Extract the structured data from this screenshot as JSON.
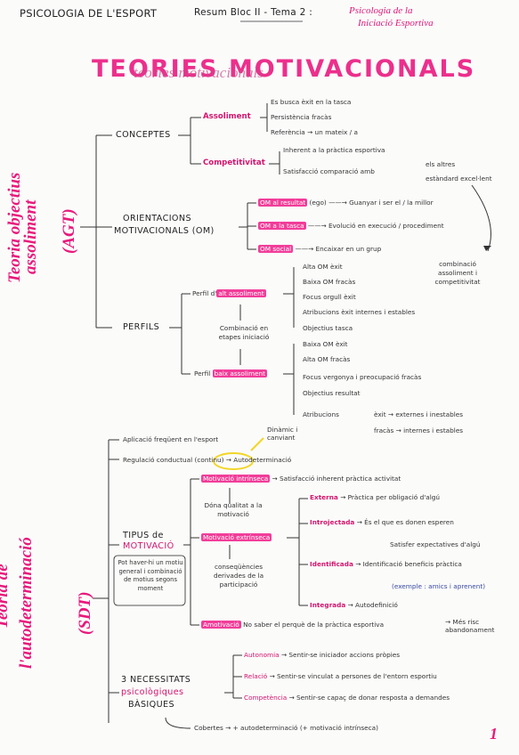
{
  "header": {
    "course": "PSICOLOGIA DE L'ESPORT",
    "resum": "Resum Bloc II - Tema 2 :",
    "topic_line1": "Psicologia de la",
    "topic_line2": "Iniciació Esportiva"
  },
  "title": "TEORIES MOTIVACIONALS",
  "title_shadow": "teories motivacionals",
  "agt": {
    "vertical1": "Teoria objectius",
    "vertical2": "assoliment",
    "vertical3": "(AGT)",
    "conceptes": "CONCEPTES",
    "assoliment": "Assoliment",
    "assol_items": [
      "Es busca èxit en la tasca",
      "Persistència fracàs",
      "Referència → un mateix / a"
    ],
    "competitivitat": "Competitivitat",
    "comp_items": [
      "Inherent a la pràctica esportiva",
      "Satisfacció comparació amb"
    ],
    "altres": "els altres",
    "estandard": "estàndard excel·lent",
    "orientacions1": "ORIENTACIONS",
    "orientacions2": "MOTIVACIONALS (OM)",
    "om_items": [
      {
        "label": "OM al resultat",
        "extra": "(ego) ——→ Guanyar i ser el / la millor"
      },
      {
        "label": "OM a la tasca",
        "extra": "——→ Evolució en execució / procediment"
      },
      {
        "label": "OM social",
        "extra": "——→ Encaixar en un grup"
      }
    ],
    "combinacio_right": "combinació assoliment i competitivitat",
    "perfils": "PERFILS",
    "perfil_alt_pre": "Perfil d'",
    "perfil_alt": "alt assoliment",
    "alt_items": [
      "Alta OM èxit",
      "Baixa OM fracàs",
      "Focus orgull èxit",
      "Atribucions èxit internes i estables",
      "Objectius tasca"
    ],
    "combinacio_mid": "Combinació en etapes iniciació",
    "perfil_baix_pre": "Perfil",
    "perfil_baix": "baix assoliment",
    "baix_items": [
      "Baixa OM èxit",
      "Alta OM fracàs",
      "Focus vergonya i preocupació fracàs",
      "Objectius resultat"
    ],
    "atribucions": "Atribucions",
    "atrib_exit": "èxit → externes i inestables",
    "atrib_fracas": "fracàs → internes i estables"
  },
  "sdt": {
    "vertical1": "Teoria de",
    "vertical2": "l'autodeterminació",
    "vertical3": "(SDT)",
    "aplicacio": "Aplicació freqüent en l'esport",
    "dinamic": "Dinàmic i canviant",
    "regulacio_pre": "Regulació conductual",
    "continu": "(continu)",
    "autodeterminacio": "→ Autodeterminació",
    "tipus1": "TIPUS de",
    "tipus2": "MOTIVACIÓ",
    "box_note": "Pot haver-hi un motiu general i combinació de motius segons moment",
    "intrinseca": "Motivació intrínseca",
    "intrinseca_desc": "→ Satisfacció inherent pràctica activitat",
    "qualitat": "Dóna qualitat a la motivació",
    "extrinseca": "Motivació extrínseca",
    "conseq": "conseqüències derivades de la participació",
    "externa": "Externa",
    "externa_desc": "→ Pràctica per obligació d'algú",
    "introjectada": "Introjectada",
    "introjectada_desc": "→ És el que es donen esperen",
    "satisfer": "Satisfer expectatives d'algú",
    "identificada": "Identificada",
    "identificada_desc": "→ Identificació beneficis pràctica",
    "exemple": "(exemple : amics i aprenent)",
    "integrada": "Integrada",
    "integrada_desc": "→ Autodefinició",
    "amotivacio": "Amotivació",
    "amotivacio_desc": "No saber el perquè de la pràctica esportiva",
    "abandonament": "→ Més risc abandonament",
    "necessitats1": "3 NECESSITATS",
    "necessitats2": "psicològiques",
    "necessitats3": "BÀSIQUES",
    "autonomia": "Autonomia",
    "autonomia_desc": "→ Sentir-se iniciador accions pròpies",
    "relacio": "Relació",
    "relacio_desc": "→ Sentir-se vinculat a persones de l'entorn esportiu",
    "competencia": "Competència",
    "competencia_desc": "→ Sentir-se capaç de donar resposta a demandes",
    "cobertes": "Cobertes → + autodeterminació (+ motivació intrínseca)"
  },
  "page_number": "1",
  "colors": {
    "accent": "#e8197c",
    "highlight": "#f23d99",
    "ink": "#2a2a2a",
    "yellow": "#f2d629"
  }
}
